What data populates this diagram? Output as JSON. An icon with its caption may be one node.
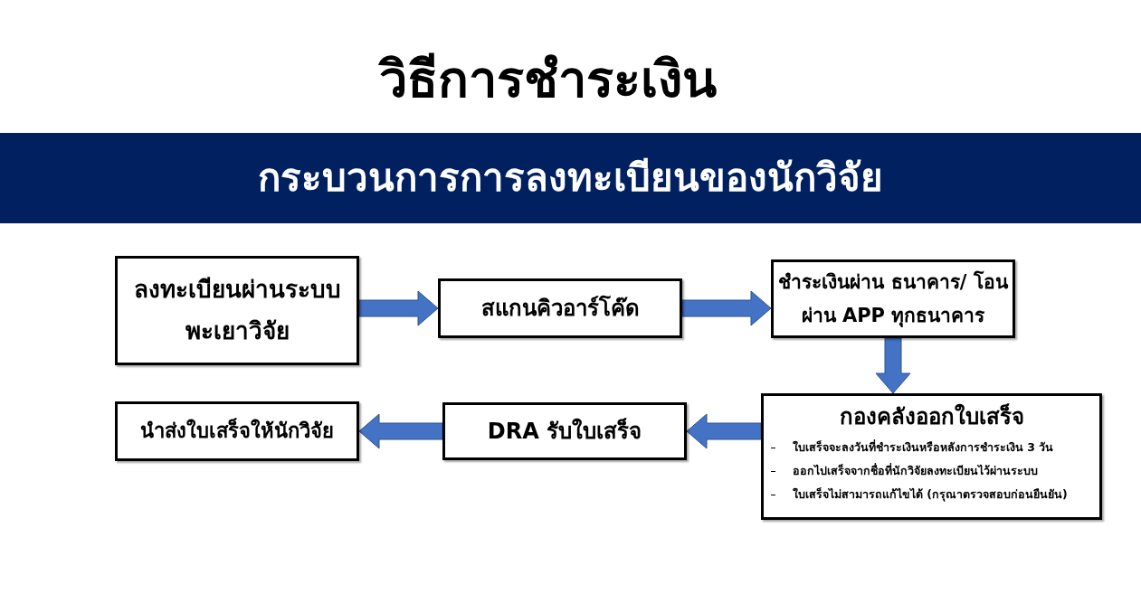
{
  "diagram": {
    "title": "วิธีการชำระเงิน",
    "nodes": [
      {
        "text": [
          "กระบวนการการลงทะเบียนของนักวิจัย"
        ]
      },
      {
        "text": [
          "ลงทะเบียนผ่านระบบ พะเยาวิจัย"
        ]
      },
      {
        "text": [
          "สแกนคิวอาร์โค๊ด"
        ]
      },
      {
        "text": [
          "ชำระเงินผ่าน ธนาคาร/ โอนผ่าน APP ทุกธนาคาร"
        ]
      },
      {
        "text": [
          "กองคลังออกใบเสร็จ",
          "ใบเสร็จจะลงวันที่ชำระเงินหรือหลังการชำระเงิน 3 วัน",
          "ออกไปเสร็จจากชื่อที่นักวิจัยลงทะเบียนไว้ผ่านระบบ",
          "ใบเสร็จไม่สามารถแก้ไขได้ (กรุณาตรวจสอบก่อนยืนยัน)"
        ]
      },
      {
        "text": [
          "DRA รับใบเสร็จ"
        ]
      },
      {
        "text": [
          "นำส่งใบเสร็จให้นักวิจัย"
        ]
      }
    ],
    "edges": [
      {
        "from": 1,
        "to": 2,
        "arrow": "to"
      },
      {
        "from": 2,
        "to": 3,
        "arrow": "to"
      },
      {
        "from": 3,
        "to": 4,
        "arrow": "to"
      },
      {
        "from": 4,
        "to": 5,
        "arrow": "to"
      },
      {
        "from": 5,
        "to": 6,
        "arrow": "to"
      }
    ]
  }
}
